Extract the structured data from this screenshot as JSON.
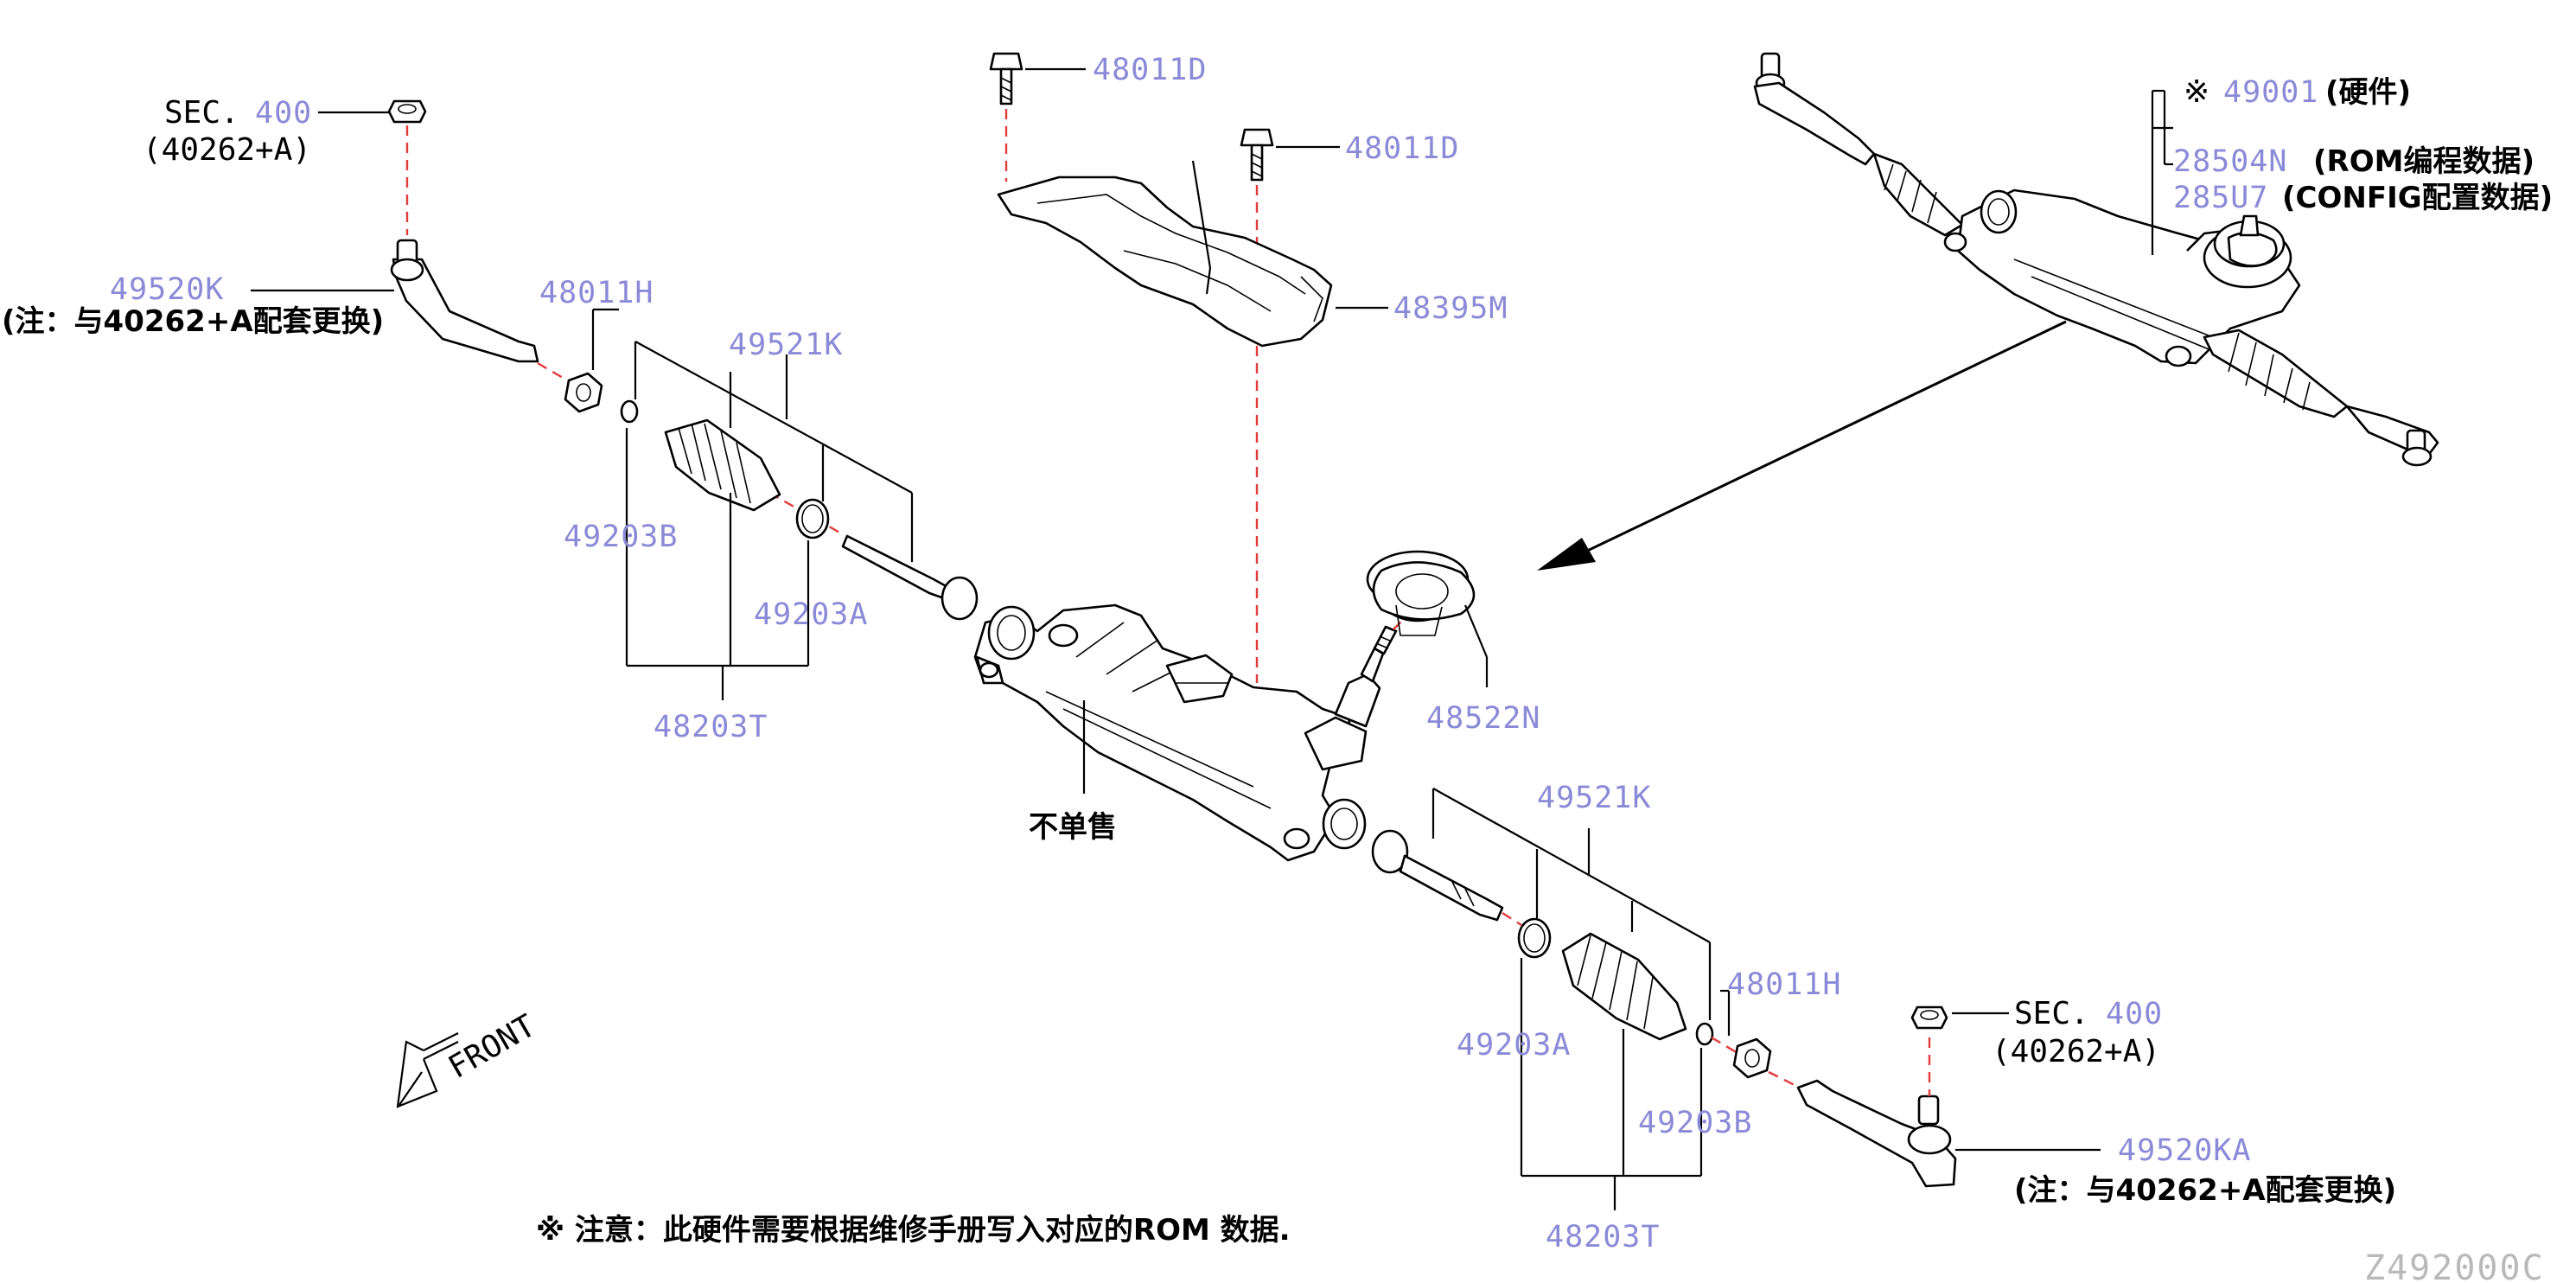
{
  "diagram_code": "Z492000C",
  "labels": {
    "sec_top": "SEC.",
    "sec_top_num": "400",
    "sec_top_sub": "(40262+A)",
    "sec_bottom": "SEC.",
    "sec_bottom_num": "400",
    "sec_bottom_sub": "(40262+A)",
    "tie_rod_end_left": "49520K",
    "note_left": "(注：与40262+A配套更换)",
    "bolt_top_1": "48011D",
    "bolt_top_2": "48011D",
    "heat_shield": "48395M",
    "nut_left": "48011H",
    "boot_kit_left": "49521K",
    "boot_left": "49203B",
    "band_left": "49203A",
    "boot_set_left": "48203T",
    "not_sold": "不单售",
    "mount": "48522N",
    "boot_kit_right": "49521K",
    "nut_right": "48011H",
    "band_right": "49203A",
    "boot_right": "49203B",
    "boot_set_right": "48203T",
    "tie_rod_end_right": "49520KA",
    "note_right": "(注：与40262+A配套更换)",
    "front": "FRONT",
    "footnote": "※  注意：此硬件需要根据维修手册写入对应的ROM 数据.",
    "hw_mark": "※",
    "hw_part": "49001",
    "hw_desc": "(硬件)",
    "rom_part": "28504N",
    "rom_desc": "(ROM编程数据)",
    "config_part": "285U7",
    "config_desc": "(CONFIG配置数据)"
  }
}
